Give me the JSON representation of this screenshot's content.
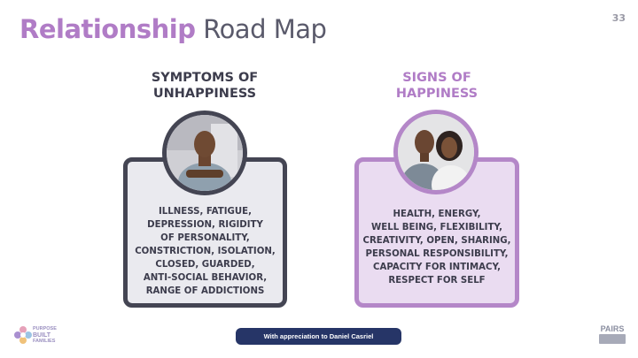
{
  "slide": {
    "title_bold": "Relationship",
    "title_light": "Road Map",
    "page_number": "33"
  },
  "left_panel": {
    "heading_line1": "SYMPTOMS OF",
    "heading_line2": "UNHAPPINESS",
    "lines": [
      "ILLNESS, FATIGUE,",
      "DEPRESSION, RIGIDITY",
      "OF PERSONALITY,",
      "CONSTRICTION, ISOLATION,",
      "CLOSED, GUARDED,",
      "ANTI-SOCIAL BEHAVIOR,",
      "RANGE OF ADDICTIONS"
    ],
    "image": "sad-man-photo",
    "accent_color": "#444553"
  },
  "right_panel": {
    "heading_line1": "SIGNS OF",
    "heading_line2": "HAPPINESS",
    "lines": [
      "HEALTH, ENERGY,",
      "WELL BEING, FLEXIBILITY,",
      "CREATIVITY, OPEN, SHARING,",
      "PERSONAL RESPONSIBILITY,",
      "CAPACITY FOR INTIMACY,",
      "RESPECT FOR SELF"
    ],
    "image": "happy-couple-photo",
    "accent_color": "#b487c8"
  },
  "footer": {
    "credit": "With appreciation to Daniel Casriel",
    "logo_left_line1": "PURPOSE",
    "logo_left_line2": "BUILT",
    "logo_left_line3": "FAMILIES",
    "logo_right": "PAIRS"
  }
}
